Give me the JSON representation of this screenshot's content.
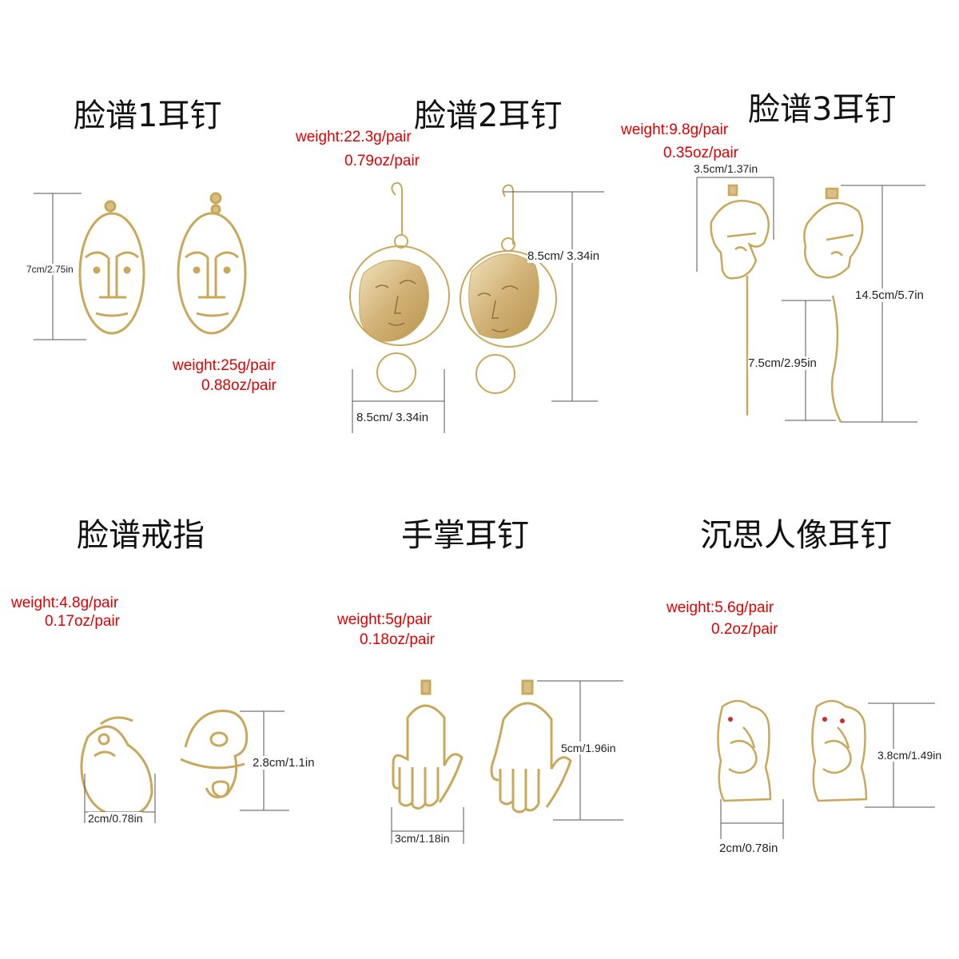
{
  "products": [
    {
      "title": "脸谱1耳钉",
      "weight_g": "weight:25g/pair",
      "weight_oz": "0.88oz/pair",
      "dims": [
        "7cm/2.75in"
      ]
    },
    {
      "title": "脸谱2耳钉",
      "weight_g": "weight:22.3g/pair",
      "weight_oz": "0.79oz/pair",
      "dims": [
        "8.5cm/ 3.34in",
        "8.5cm/ 3.34in"
      ]
    },
    {
      "title": "脸谱3耳钉",
      "weight_g": "weight:9.8g/pair",
      "weight_oz": "0.35oz/pair",
      "dims": [
        "3.5cm/1.37in",
        "14.5cm/5.7in",
        "7.5cm/2.95in"
      ]
    },
    {
      "title": "脸谱戒指",
      "weight_g": "weight:4.8g/pair",
      "weight_oz": "0.17oz/pair",
      "dims": [
        "2cm/0.78in",
        "2.8cm/1.1in"
      ]
    },
    {
      "title": "手掌耳钉",
      "weight_g": "weight:5g/pair",
      "weight_oz": "0.18oz/pair",
      "dims": [
        "5cm/1.96in",
        "3cm/1.18in"
      ]
    },
    {
      "title": "沉思人像耳钉",
      "weight_g": "weight:5.6g/pair",
      "weight_oz": "0.2oz/pair",
      "dims": [
        "3.8cm/1.49in",
        "2cm/0.78in"
      ]
    }
  ],
  "colors": {
    "weight_text": "#e00000",
    "gold": "#c9a85a",
    "gold_fill": "#dcc48f",
    "measure_line": "#555555"
  }
}
